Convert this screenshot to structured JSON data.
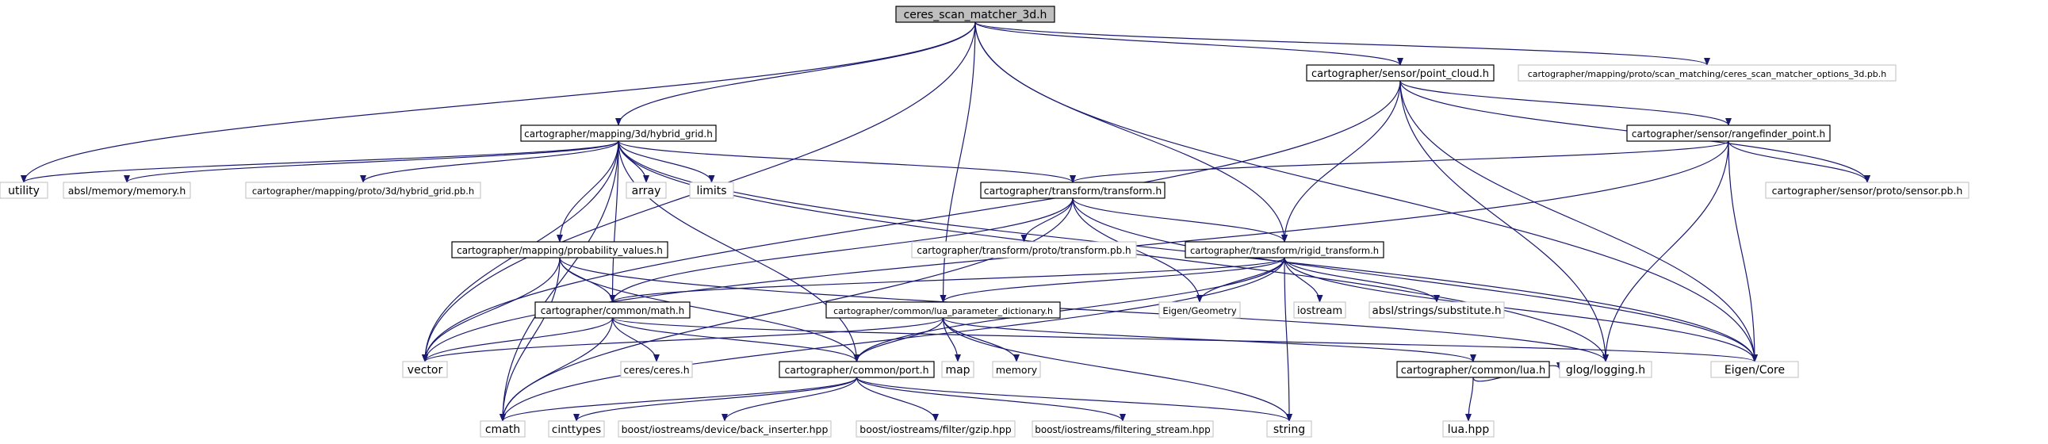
{
  "graph": {
    "nodes": [
      {
        "id": "ceres",
        "label": "ceres_scan_matcher_3d.h",
        "kind": "root"
      },
      {
        "id": "pointcloud",
        "label": "cartographer/sensor/point_cloud.h",
        "kind": "project"
      },
      {
        "id": "csmopt",
        "label": "cartographer/mapping/proto/scan_matching/ceres_scan_matcher_options_3d.pb.h",
        "kind": "external"
      },
      {
        "id": "hybrid",
        "label": "cartographer/mapping/3d/hybrid_grid.h",
        "kind": "project"
      },
      {
        "id": "rangefinder",
        "label": "cartographer/sensor/rangefinder_point.h",
        "kind": "project"
      },
      {
        "id": "utility",
        "label": "utility",
        "kind": "external"
      },
      {
        "id": "absl_mem",
        "label": "absl/memory/memory.h",
        "kind": "external"
      },
      {
        "id": "hybridpb",
        "label": "cartographer/mapping/proto/3d/hybrid_grid.pb.h",
        "kind": "external"
      },
      {
        "id": "array",
        "label": "array",
        "kind": "external"
      },
      {
        "id": "limits",
        "label": "limits",
        "kind": "external"
      },
      {
        "id": "transform",
        "label": "cartographer/transform/transform.h",
        "kind": "project"
      },
      {
        "id": "sensorpb",
        "label": "cartographer/sensor/proto/sensor.pb.h",
        "kind": "external"
      },
      {
        "id": "probvals",
        "label": "cartographer/mapping/probability_values.h",
        "kind": "project"
      },
      {
        "id": "transformpb",
        "label": "cartographer/transform/proto/transform.pb.h",
        "kind": "external"
      },
      {
        "id": "rigid",
        "label": "cartographer/transform/rigid_transform.h",
        "kind": "project"
      },
      {
        "id": "math",
        "label": "cartographer/common/math.h",
        "kind": "project"
      },
      {
        "id": "lpd",
        "label": "cartographer/common/lua_parameter_dictionary.h",
        "kind": "project"
      },
      {
        "id": "eigengeo",
        "label": "Eigen/Geometry",
        "kind": "external"
      },
      {
        "id": "iostream",
        "label": "iostream",
        "kind": "external"
      },
      {
        "id": "substitute",
        "label": "absl/strings/substitute.h",
        "kind": "external"
      },
      {
        "id": "vector",
        "label": "vector",
        "kind": "external"
      },
      {
        "id": "ceresh",
        "label": "ceres/ceres.h",
        "kind": "external"
      },
      {
        "id": "map",
        "label": "map",
        "kind": "external"
      },
      {
        "id": "memory",
        "label": "memory",
        "kind": "external"
      },
      {
        "id": "port",
        "label": "cartographer/common/port.h",
        "kind": "project"
      },
      {
        "id": "lua",
        "label": "cartographer/common/lua.h",
        "kind": "project"
      },
      {
        "id": "glog",
        "label": "glog/logging.h",
        "kind": "external"
      },
      {
        "id": "eigencore",
        "label": "Eigen/Core",
        "kind": "external"
      },
      {
        "id": "cmath",
        "label": "cmath",
        "kind": "external"
      },
      {
        "id": "cinttypes",
        "label": "cinttypes",
        "kind": "external"
      },
      {
        "id": "backins",
        "label": "boost/iostreams/device/back_inserter.hpp",
        "kind": "external"
      },
      {
        "id": "gzip",
        "label": "boost/iostreams/filter/gzip.hpp",
        "kind": "external"
      },
      {
        "id": "filtstream",
        "label": "boost/iostreams/filtering_stream.hpp",
        "kind": "external"
      },
      {
        "id": "string",
        "label": "string",
        "kind": "external"
      },
      {
        "id": "luahpp",
        "label": "lua.hpp",
        "kind": "external"
      }
    ],
    "edges": [
      [
        "ceres",
        "pointcloud"
      ],
      [
        "ceres",
        "csmopt"
      ],
      [
        "ceres",
        "hybrid"
      ],
      [
        "ceres",
        "utility"
      ],
      [
        "ceres",
        "eigencore"
      ],
      [
        "ceres",
        "rigid"
      ],
      [
        "ceres",
        "lpd"
      ],
      [
        "ceres",
        "vector"
      ],
      [
        "pointcloud",
        "rangefinder"
      ],
      [
        "pointcloud",
        "sensorpb"
      ],
      [
        "pointcloud",
        "rigid"
      ],
      [
        "pointcloud",
        "glog"
      ],
      [
        "pointcloud",
        "eigencore"
      ],
      [
        "pointcloud",
        "vector"
      ],
      [
        "rangefinder",
        "transform"
      ],
      [
        "rangefinder",
        "sensorpb"
      ],
      [
        "rangefinder",
        "glog"
      ],
      [
        "rangefinder",
        "eigencore"
      ],
      [
        "rangefinder",
        "vector"
      ],
      [
        "hybrid",
        "utility"
      ],
      [
        "hybrid",
        "absl_mem"
      ],
      [
        "hybrid",
        "hybridpb"
      ],
      [
        "hybrid",
        "array"
      ],
      [
        "hybrid",
        "limits"
      ],
      [
        "hybrid",
        "transform"
      ],
      [
        "hybrid",
        "probvals"
      ],
      [
        "hybrid",
        "math"
      ],
      [
        "hybrid",
        "port"
      ],
      [
        "hybrid",
        "glog"
      ],
      [
        "hybrid",
        "eigencore"
      ],
      [
        "hybrid",
        "vector"
      ],
      [
        "hybrid",
        "cmath"
      ],
      [
        "transform",
        "transformpb"
      ],
      [
        "transform",
        "rigid"
      ],
      [
        "transform",
        "math"
      ],
      [
        "transform",
        "eigengeo"
      ],
      [
        "transform",
        "eigencore"
      ],
      [
        "transform",
        "cmath"
      ],
      [
        "probvals",
        "math"
      ],
      [
        "probvals",
        "port"
      ],
      [
        "probvals",
        "glog"
      ],
      [
        "probvals",
        "vector"
      ],
      [
        "probvals",
        "cmath"
      ],
      [
        "rigid",
        "math"
      ],
      [
        "rigid",
        "lpd"
      ],
      [
        "rigid",
        "eigengeo"
      ],
      [
        "rigid",
        "iostream"
      ],
      [
        "rigid",
        "substitute"
      ],
      [
        "rigid",
        "eigencore"
      ],
      [
        "rigid",
        "port"
      ],
      [
        "rigid",
        "cmath"
      ],
      [
        "rigid",
        "string"
      ],
      [
        "math",
        "ceresh"
      ],
      [
        "math",
        "port"
      ],
      [
        "math",
        "eigencore"
      ],
      [
        "math",
        "vector"
      ],
      [
        "math",
        "cmath"
      ],
      [
        "lpd",
        "port"
      ],
      [
        "lpd",
        "lua"
      ],
      [
        "lpd",
        "map"
      ],
      [
        "lpd",
        "memory"
      ],
      [
        "lpd",
        "string"
      ],
      [
        "lpd",
        "vector"
      ],
      [
        "port",
        "cmath"
      ],
      [
        "port",
        "cinttypes"
      ],
      [
        "port",
        "backins"
      ],
      [
        "port",
        "gzip"
      ],
      [
        "port",
        "filtstream"
      ],
      [
        "port",
        "string"
      ],
      [
        "lua",
        "luahpp"
      ],
      [
        "lua",
        "glog"
      ]
    ]
  }
}
